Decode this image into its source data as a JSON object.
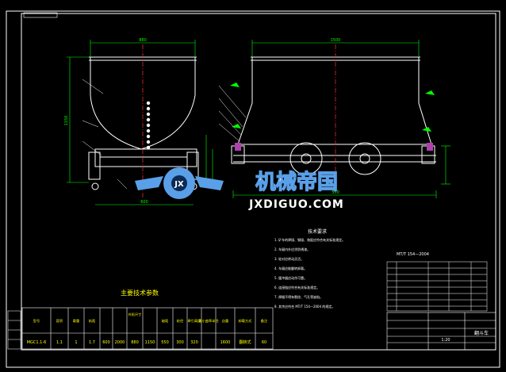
{
  "colors": {
    "background": "#000000",
    "frame": "#ffffff",
    "outline": "#ffffff",
    "dimension": "#00ff00",
    "centerline": "#ff3030",
    "note_text": "#ffffff",
    "title_text": "#ffff00",
    "table_text": "#ffff00",
    "watermark_blue": "#5aa0e8",
    "watermark_text": "#ffffff",
    "hatch": "#b040b0"
  },
  "dims": {
    "front_width": "880",
    "front_height": "1150",
    "side_length": "1500",
    "wheel_base": "550",
    "gauge": "600"
  },
  "notes": {
    "heading": "技术要求",
    "standard": "MT/T 154—2004",
    "lines": [
      "1. 矿车的焊接、铆接、装配应符合有关标准规定。",
      "2. 车厢内外应涂防锈漆。",
      "3. 轮对应转动灵活。",
      "4. 车厢应能翻转卸载。",
      "5. 缓冲器应动作可靠。",
      "6. 连接链应符合有关标准规定。",
      "7. 焊缝不得有裂纹、气孔等缺陷。",
      "8. 其余应符合 MT/T 154—2004 的规定。"
    ]
  },
  "params_title": "主要技术参数",
  "params_table": {
    "headers": [
      "型号",
      "容积",
      "载重",
      "轨距",
      "外形尺寸",
      "",
      "",
      "轴距",
      "轮径",
      "牵引高度",
      "最小曲率半径",
      "自重",
      "卸载方式",
      "备注"
    ],
    "values": [
      "MGC1.1-6",
      "1.1",
      "1",
      "1.7",
      "600",
      "2000",
      "880",
      "1150",
      "550",
      "300",
      "320",
      "1600",
      "翻转式",
      "60"
    ]
  },
  "title_block": {
    "drawing_name": "翻斗车",
    "scale": "1:20"
  },
  "watermark": {
    "cn": "机械帝国",
    "en": "JXDIGUO.COM"
  }
}
